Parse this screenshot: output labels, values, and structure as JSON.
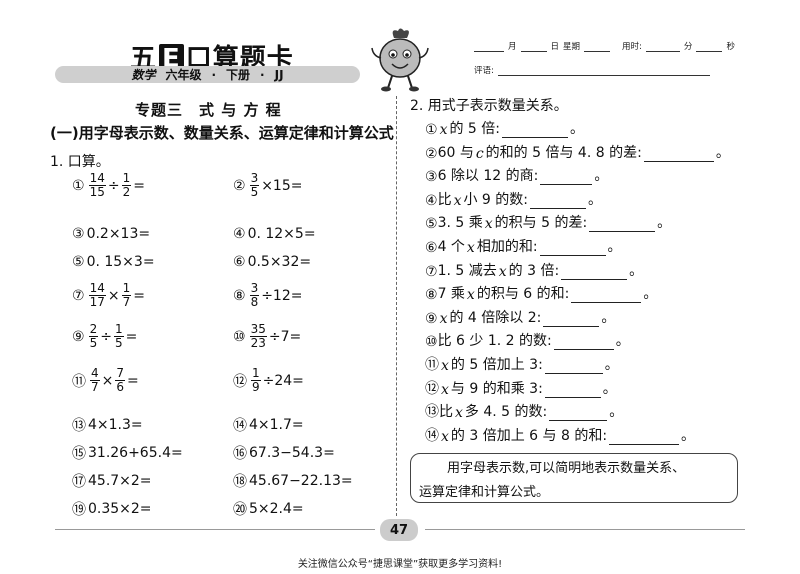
{
  "header": {
    "brand_pre": "五",
    "brand_e": "E",
    "brand_post": "口算题卡",
    "subject": "数学",
    "grade": "六年级",
    "dot1": "·",
    "volume": "下册",
    "dot2": "·",
    "edition": "JJ",
    "month": "月",
    "day": "日",
    "weekday": "星期",
    "time_used": "用时:",
    "minute": "分",
    "second": "秒",
    "comment": "评语:"
  },
  "topic": "专题三　式 与 方 程",
  "section": "(一)用字母表示数、数量关系、运算定律和计算公式",
  "q1_label": "1. 口算。",
  "left_items": [
    {
      "n": "①",
      "a": "14",
      "b": "15",
      "op": "÷",
      "c": "1",
      "d": "2",
      "eq": "="
    },
    {
      "n": "②",
      "a": "3",
      "b": "5",
      "expr": "×15="
    },
    {
      "n": "③",
      "text": "0.2×13="
    },
    {
      "n": "④",
      "text": "0. 12×5="
    },
    {
      "n": "⑤",
      "text": "0. 15×3="
    },
    {
      "n": "⑥",
      "text": "0.5×32="
    },
    {
      "n": "⑦",
      "a": "14",
      "b": "17",
      "op": "×",
      "c": "1",
      "d": "7",
      "eq": "="
    },
    {
      "n": "⑧",
      "a": "3",
      "b": "8",
      "expr": "÷12="
    },
    {
      "n": "⑨",
      "a": "2",
      "b": "5",
      "op": "÷",
      "c": "1",
      "d": "5",
      "eq": "="
    },
    {
      "n": "⑩",
      "a": "35",
      "b": "23",
      "expr": "÷7="
    },
    {
      "n": "⑪",
      "a": "4",
      "b": "7",
      "op": "×",
      "c": "7",
      "d": "6",
      "eq": "="
    },
    {
      "n": "⑫",
      "a": "1",
      "b": "9",
      "expr": "÷24="
    },
    {
      "n": "⑬",
      "text": "4×1.3="
    },
    {
      "n": "⑭",
      "text": "4×1.7="
    },
    {
      "n": "⑮",
      "text": "31.26+65.4="
    },
    {
      "n": "⑯",
      "text": "67.3−54.3="
    },
    {
      "n": "⑰",
      "text": "45.7×2="
    },
    {
      "n": "⑱",
      "text": "45.67−22.13="
    },
    {
      "n": "⑲",
      "text": "0.35×2="
    },
    {
      "n": "⑳",
      "text": "5×2.4="
    }
  ],
  "q2_label": "2. 用式子表示数量关系。",
  "right_items": [
    {
      "n": "①",
      "pre": "",
      "v": "x",
      "post": "的 5 倍:"
    },
    {
      "n": "②",
      "pre": "60 与",
      "v": "c",
      "post": "的和的 5 倍与 4. 8 的差:"
    },
    {
      "n": "③",
      "pre": "6 除以 12 的商:",
      "v": "",
      "post": ""
    },
    {
      "n": "④",
      "pre": "比",
      "v": "x",
      "post": "小 9 的数:"
    },
    {
      "n": "⑤",
      "pre": "3. 5 乘",
      "v": "x",
      "post": "的积与 5 的差:"
    },
    {
      "n": "⑥",
      "pre": "4 个",
      "v": "x",
      "post": "相加的和:"
    },
    {
      "n": "⑦",
      "pre": "1. 5 减去",
      "v": "x",
      "post": "的 3 倍:"
    },
    {
      "n": "⑧",
      "pre": "7 乘",
      "v": "x",
      "post": "的积与 6 的和:"
    },
    {
      "n": "⑨",
      "pre": "",
      "v": "x",
      "post": "的 4 倍除以 2:"
    },
    {
      "n": "⑩",
      "pre": "比 6 少 1. 2 的数:",
      "v": "",
      "post": ""
    },
    {
      "n": "⑪",
      "pre": "",
      "v": "x",
      "post": "的 5 倍加上 3:"
    },
    {
      "n": "⑫",
      "pre": "",
      "v": "x",
      "post": "与 9 的和乘 3:"
    },
    {
      "n": "⑬",
      "pre": "比",
      "v": "x",
      "post": "多 4. 5 的数:"
    },
    {
      "n": "⑭",
      "pre": "",
      "v": "x",
      "post": "的 3 倍加上 6 与 8 的和:"
    }
  ],
  "period": "。",
  "note": {
    "line1": "用字母表示数,可以简明地表示数量关系、",
    "line2": "运算定律和计算公式。"
  },
  "page_number": "47",
  "footer": "关注微信公众号“捷思课堂”获取更多学习资料!"
}
